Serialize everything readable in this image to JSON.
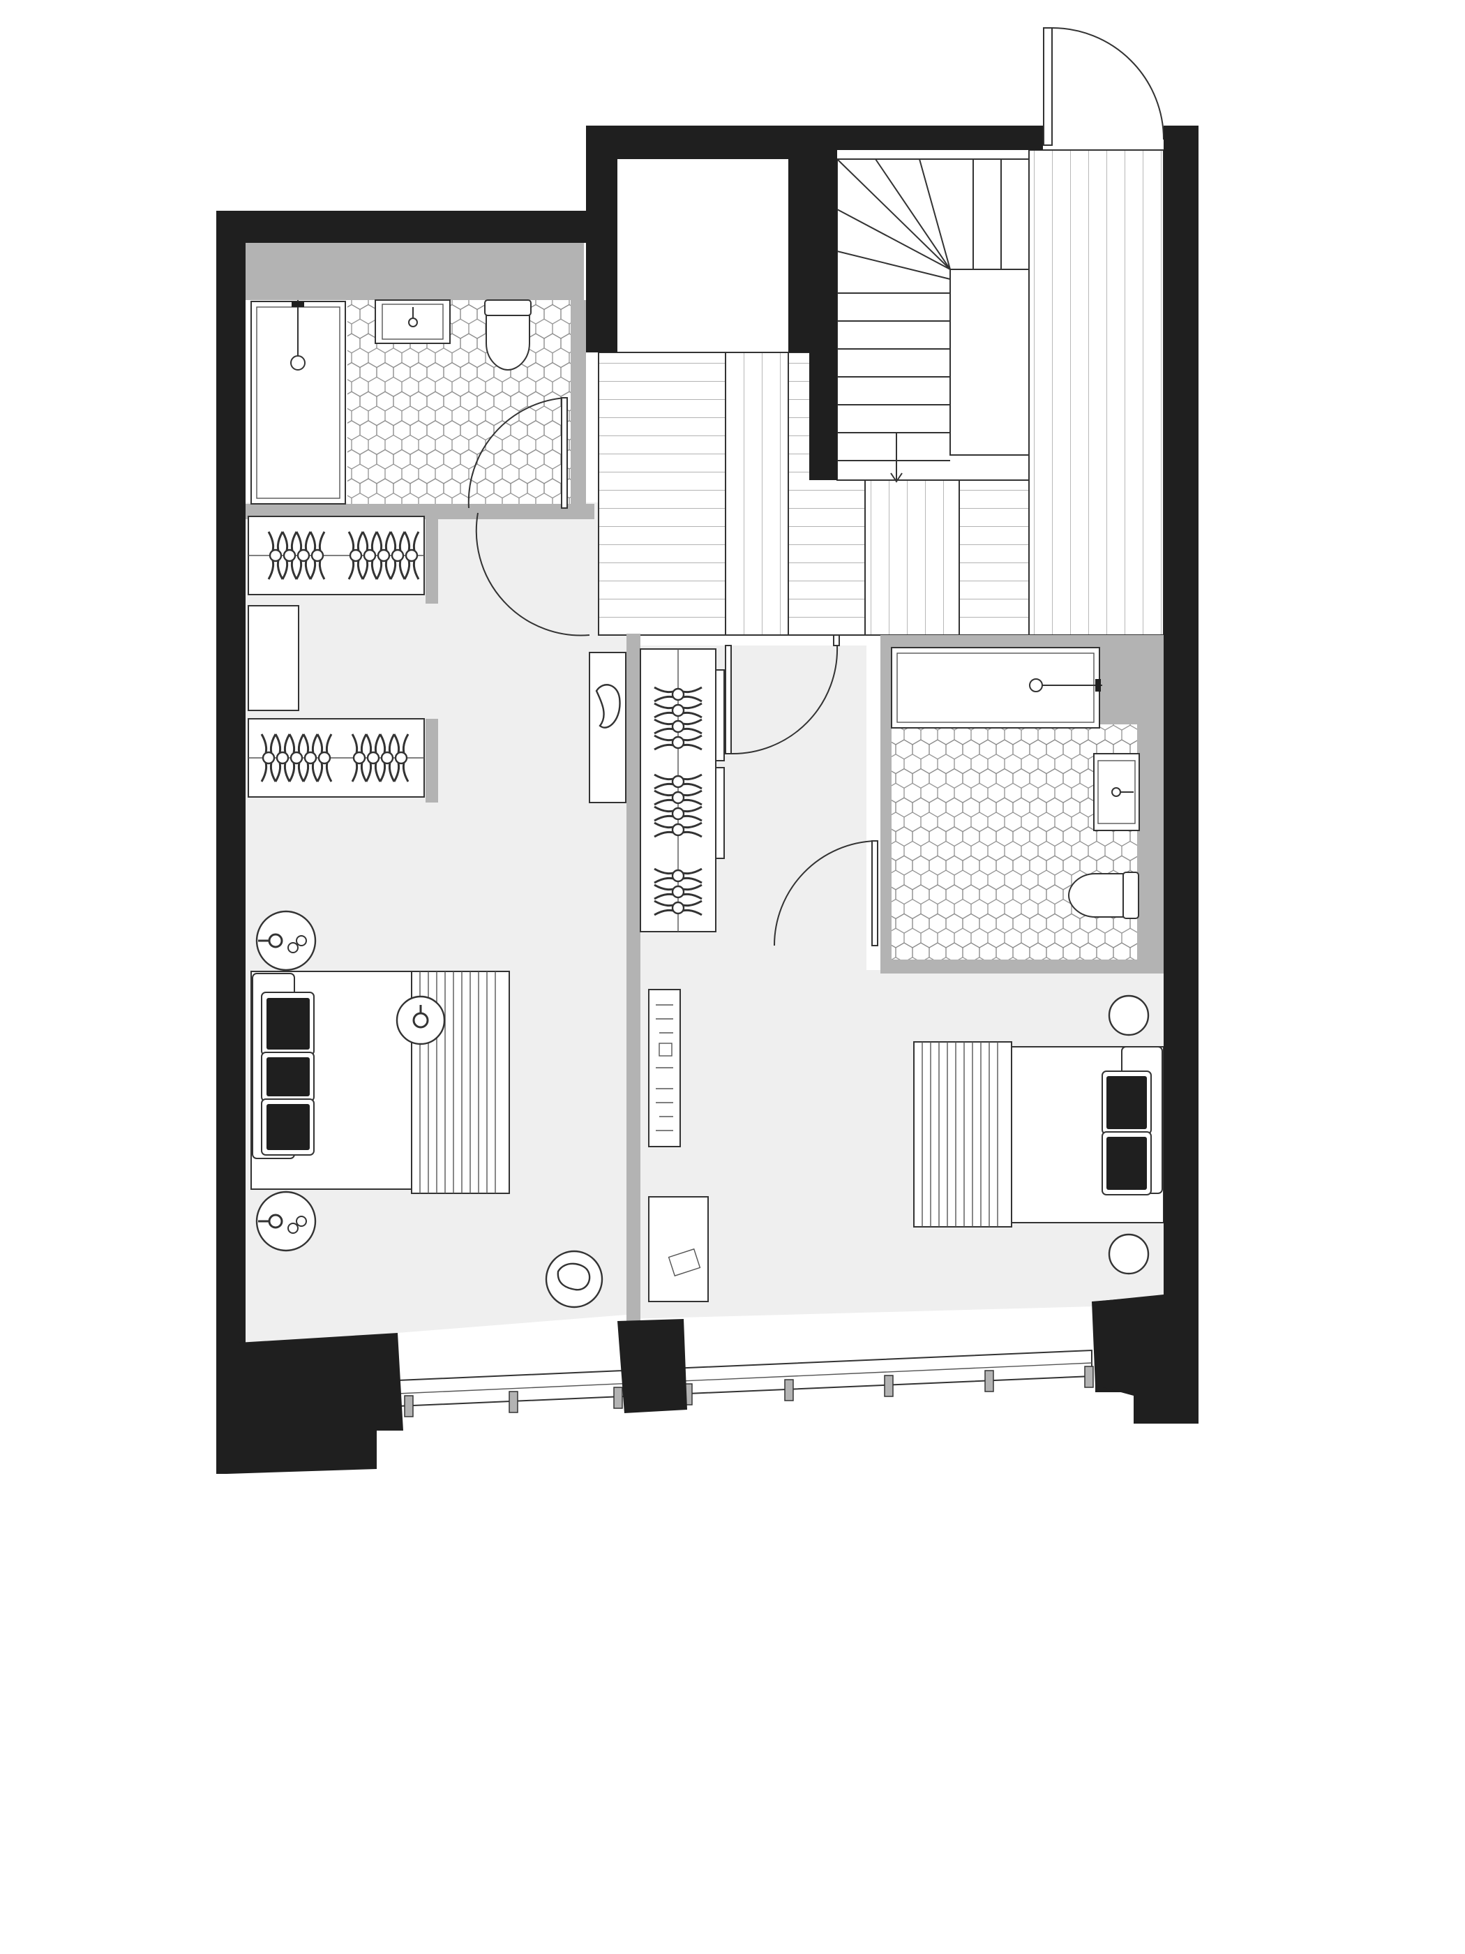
{
  "colors": {
    "wall": "#1f1f1f",
    "floor": "#efefef",
    "joinery_grey": "#b3b3b3",
    "line": "#333333",
    "background": "#ffffff"
  },
  "elements": [
    "exterior-walls",
    "staircase",
    "entrance-door",
    "hallway-floorboards",
    "bathroom-left",
    "bathroom-right",
    "wardrobe-left",
    "wardrobe-center",
    "bed-left",
    "bed-right",
    "nightstands",
    "desk",
    "window-wall"
  ]
}
